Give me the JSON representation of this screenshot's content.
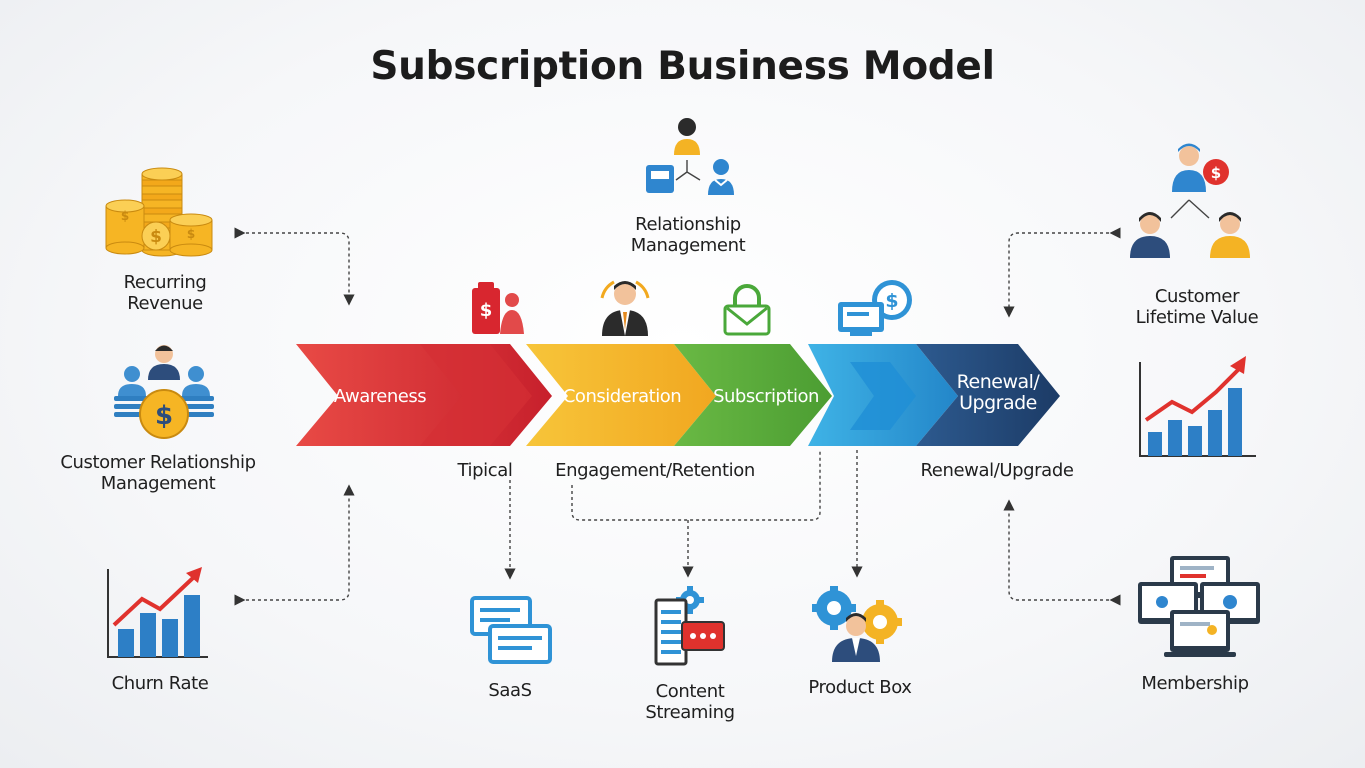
{
  "title": "Subscription Business Model",
  "stages": [
    {
      "label": "Awareness",
      "color": "#e23b3b"
    },
    {
      "label": "Consideration",
      "color": "#f5b62a"
    },
    {
      "label": "Subscription",
      "color": "#5aac3c"
    },
    {
      "label": "",
      "color": "#3aa6dd"
    },
    {
      "label_line1": "Renewal/",
      "label_line2": "Upgrade",
      "color": "#254b7c"
    }
  ],
  "phase_labels": {
    "tipical": "Tipical",
    "engagement": "Engagement/Retention",
    "renewal": "Renewal/Upgrade"
  },
  "concepts": {
    "recurring_revenue": {
      "line1": "Recurring",
      "line2": "Revenue"
    },
    "customer_relationship_management": {
      "line1": "Customer Relationship",
      "line2": "Management"
    },
    "churn_rate": "Churn Rate",
    "relationship_management": {
      "line1": "Relationship",
      "line2": "Management"
    },
    "customer_lifetime_value": {
      "line1": "Customer",
      "line2": "Lifetime Value"
    },
    "membership": "Membership"
  },
  "models": {
    "saas": "SaaS",
    "content_streaming": "Content Streaming",
    "product_box": "Product Box"
  },
  "icons": {
    "coins": "coins-stack-icon",
    "crm": "team-dollar-icon",
    "churn": "bar-chart-up-icon",
    "relationship": "people-network-icon",
    "clv": "people-dollar-network-icon",
    "growth": "growth-chart-icon",
    "membership": "devices-icon",
    "saas": "chat-windows-icon",
    "streaming": "document-gear-icon",
    "product": "gears-person-icon",
    "awareness": "dollar-tag-person-icon",
    "consideration": "businessman-icon",
    "subscription": "lock-mail-icon",
    "payment": "monitor-dollar-icon"
  }
}
